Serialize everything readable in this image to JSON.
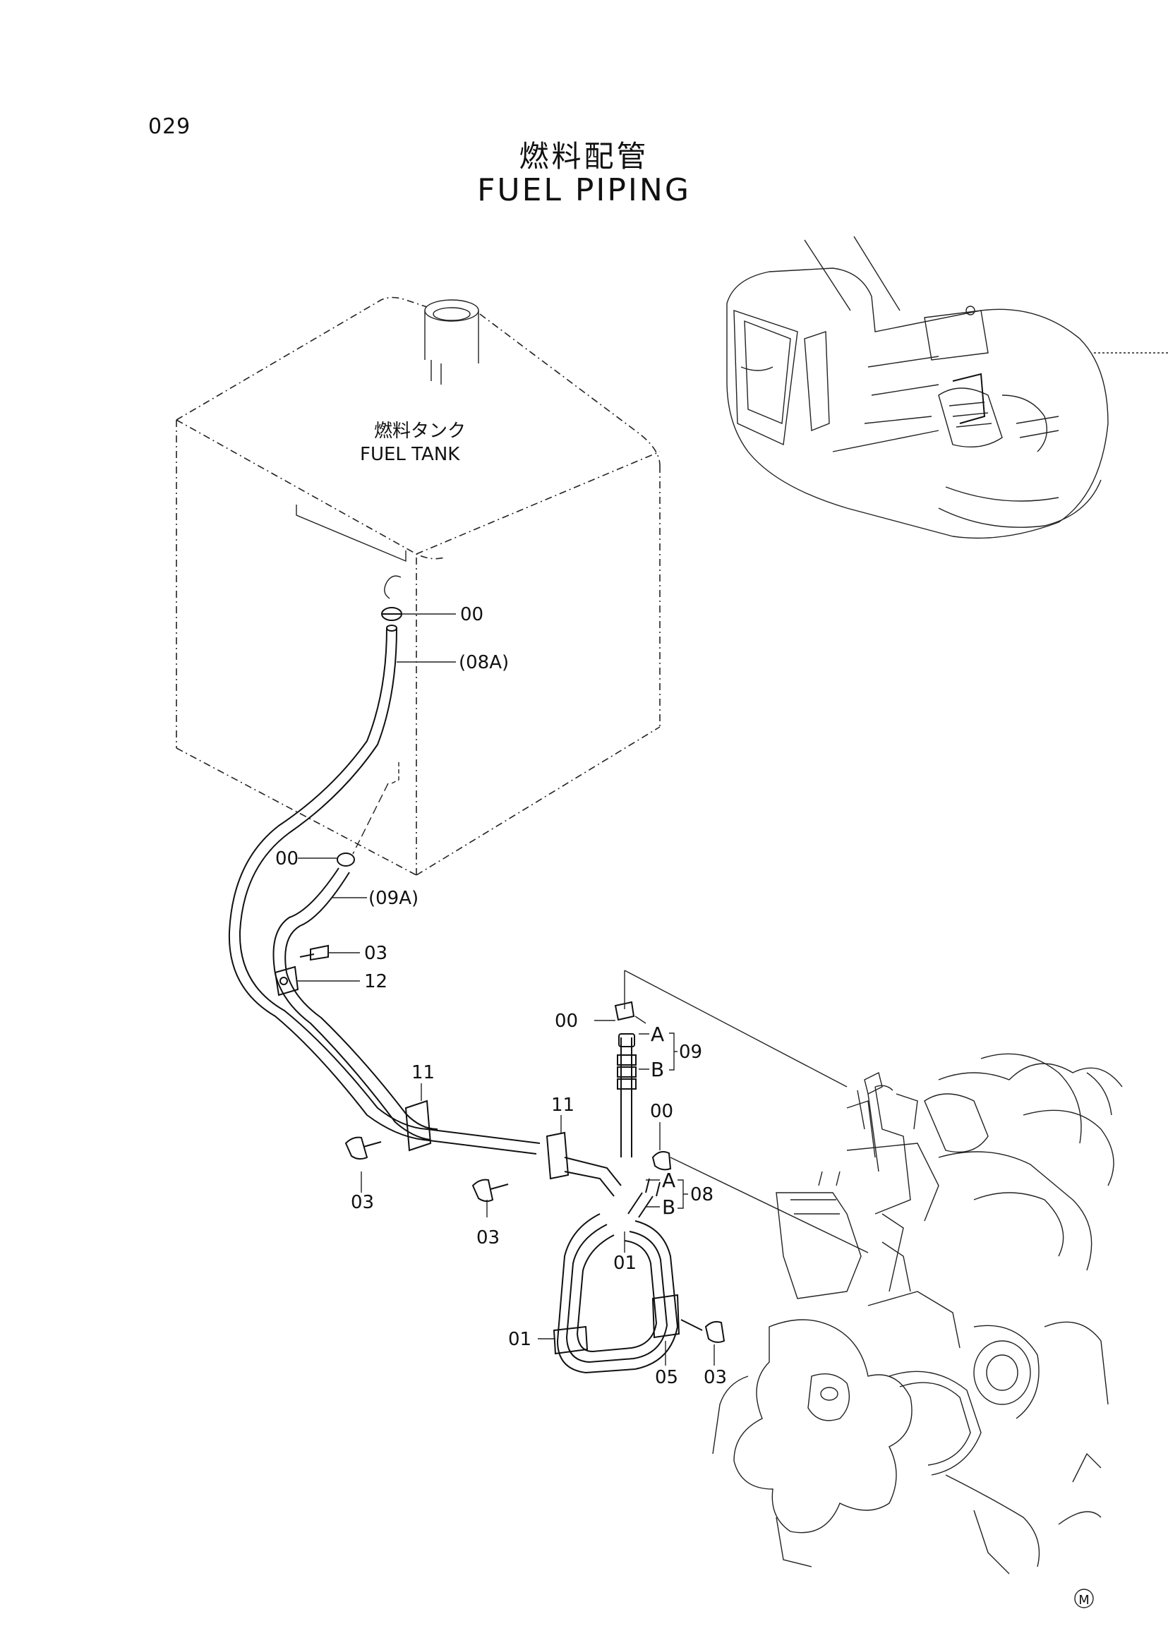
{
  "page": {
    "number": "029",
    "title_jp": "燃料配管",
    "title_en": "FUEL  PIPING",
    "mark": "M"
  },
  "tank": {
    "label_jp": "燃料タンク",
    "label_en": "FUEL TANK"
  },
  "callouts": {
    "c00_a": "00",
    "c08a": "(08A)",
    "c00_b": "00",
    "c09a": "(09A)",
    "c03_a": "03",
    "c12": "12",
    "c00_c": "00",
    "c_a1": "A",
    "c_b1": "B",
    "c09": "09",
    "c11_a": "11",
    "c11_b": "11",
    "c00_d": "00",
    "c_a2": "A",
    "c_b2": "B",
    "c08": "08",
    "c03_b": "03",
    "c03_c": "03",
    "c01_a": "01",
    "c01_b": "01",
    "c05": "05",
    "c03_d": "03"
  }
}
